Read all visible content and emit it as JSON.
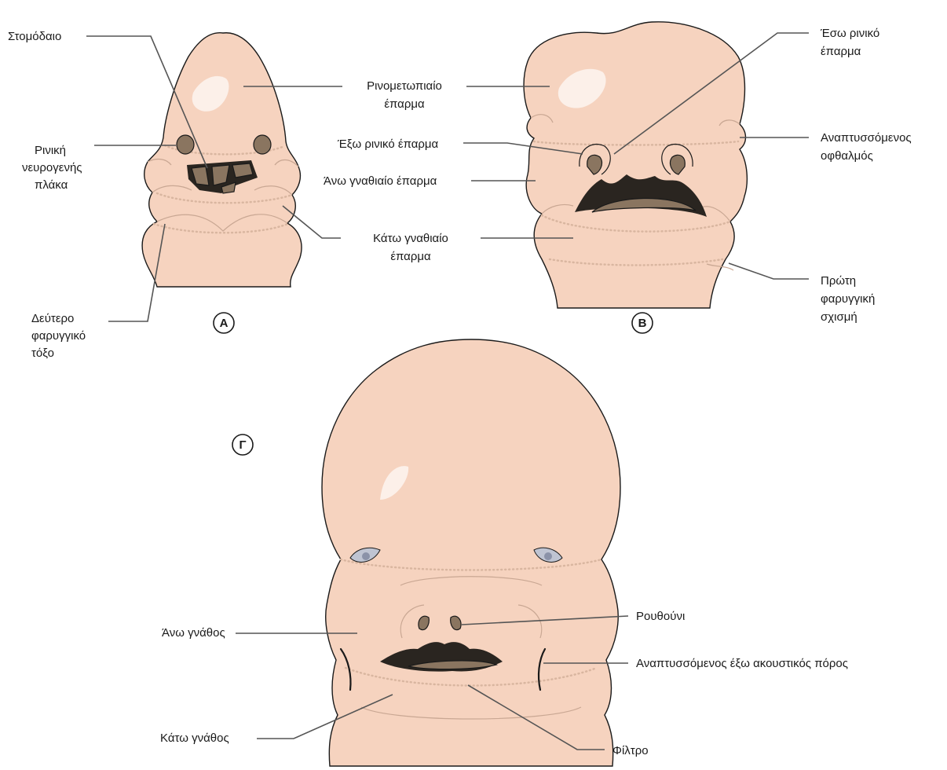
{
  "panels": {
    "a": {
      "letter": "A",
      "labels": {
        "stomodaio": "Στομόδαιο",
        "nasal_placode": [
          "Ρινική",
          "νευρογενής",
          "πλάκα"
        ],
        "second_arch": [
          "Δεύτερο",
          "φαρυγγικό",
          "τόξο"
        ]
      }
    },
    "b": {
      "letter": "B",
      "labels": {
        "medial_nasal": [
          "Έσω ρινικό",
          "έπαρμα"
        ],
        "developing_eye": [
          "Αναπτυσσόμενος",
          "οφθαλμός"
        ],
        "first_cleft": [
          "Πρώτη",
          "φαρυγγική",
          "σχισμή"
        ]
      }
    },
    "shared_labels": {
      "frontonasal": [
        "Ρινομετωπιαίο",
        "έπαρμα"
      ],
      "lateral_nasal": "Έξω ρινικό έπαρμα",
      "maxillary": "Άνω γναθιαίο έπαρμα",
      "mandibular": [
        "Κάτω γναθιαίο",
        "έπαρμα"
      ]
    },
    "c": {
      "letter": "Γ",
      "labels": {
        "upper_jaw": "Άνω γνάθος",
        "lower_jaw": "Κάτω γνάθος",
        "nostril": "Ρουθούνι",
        "ear_canal": "Αναπτυσσόμενος έξω ακουστικός πόρος",
        "philtrum": "Φίλτρο"
      }
    }
  },
  "colors": {
    "skin": "#f6d3bf",
    "pit": "#8a7560",
    "outline": "#1a1a1a",
    "leader": "#555555"
  }
}
